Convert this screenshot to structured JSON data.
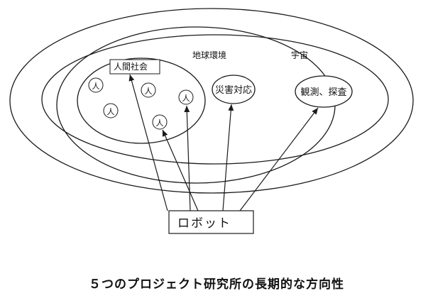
{
  "diagram": {
    "labels": {
      "universe": "宇宙",
      "environment": "地球環境",
      "society": "人間社会",
      "disaster": "災害対応",
      "observation": "観測、探査",
      "robot": "ロボット",
      "person": "人"
    },
    "caption": "５つのプロジェクト研究所の長期的な方向性",
    "colors": {
      "stroke": "#1a1a1a",
      "background": "#ffffff"
    }
  }
}
